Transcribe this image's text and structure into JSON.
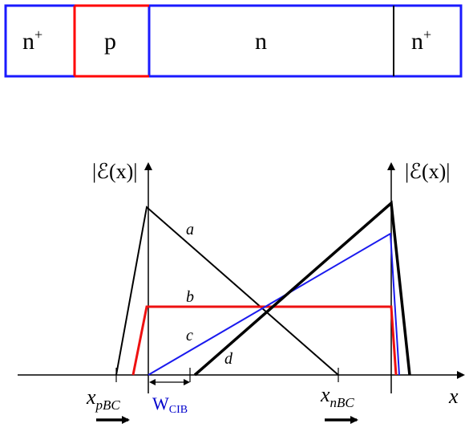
{
  "device": {
    "regions": [
      {
        "base": "n",
        "sup": "+"
      },
      {
        "base": "p",
        "sup": ""
      },
      {
        "base": "n",
        "sup": ""
      },
      {
        "base": "n",
        "sup": "+"
      }
    ],
    "colors": {
      "outline": "#1a1aff",
      "p_region": "#ff0000"
    }
  },
  "plot": {
    "axis_left_label": "|ℰ(x)|",
    "axis_right_label": "|ℰ(x)|",
    "x_axis_label": "x",
    "curve_labels": {
      "a": "a",
      "b": "b",
      "c": "c",
      "d": "d"
    },
    "xpBC": {
      "main": "x",
      "sub": "pBC"
    },
    "xnBC": {
      "main": "x",
      "sub": "nBC"
    },
    "wcib": {
      "main": "W",
      "sub": "CIB"
    },
    "colors": {
      "curve_a": "#000000",
      "curve_b": "#ee1111",
      "curve_c": "#1a1aee",
      "curve_d": "#000000"
    }
  }
}
